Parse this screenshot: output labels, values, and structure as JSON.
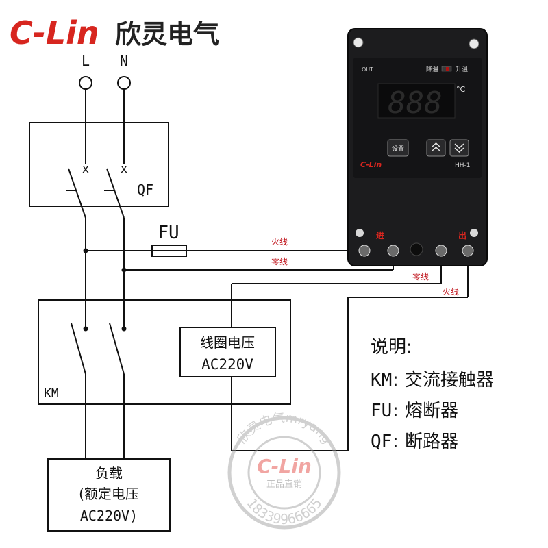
{
  "brand": {
    "logo_text": "C-Lin",
    "company_name": "欣灵电气",
    "logo_color": "#d7261f"
  },
  "terminals": {
    "live": "L",
    "neutral": "N"
  },
  "breaker": {
    "label": "QF",
    "contact_mark": "x"
  },
  "fuse": {
    "label": "FU"
  },
  "wires": {
    "live_top": "火线",
    "neutral_top": "零线",
    "neutral_out": "零线",
    "live_out": "火线",
    "label_color": "#c0141c"
  },
  "device": {
    "out_label": "OUT",
    "mode_cool": "降温",
    "mode_heat": "升温",
    "display_digits": "888",
    "unit": "°C",
    "set_button": "设置",
    "up_icon": "double-chevron-up-icon",
    "down_icon": "double-chevron-down-icon",
    "brand": "C-Lin",
    "model": "HH-1",
    "port_in": "进",
    "port_out": "出"
  },
  "contactor": {
    "label": "KM",
    "coil_line1": "线圈电压",
    "coil_line2": "AC220V"
  },
  "load": {
    "line1": "负载",
    "line2": "(额定电压",
    "line3": "AC220V)"
  },
  "legend": {
    "title": "说明:",
    "items": [
      {
        "code": "KM",
        "desc": "交流接触器"
      },
      {
        "code": "FU",
        "desc": "熔断器"
      },
      {
        "code": "QF",
        "desc": "断路器"
      }
    ]
  },
  "watermark": {
    "ring_text": "欣灵电气mryang",
    "brand": "C-Lin",
    "sub": "正品直销",
    "phone": "18339966665"
  }
}
